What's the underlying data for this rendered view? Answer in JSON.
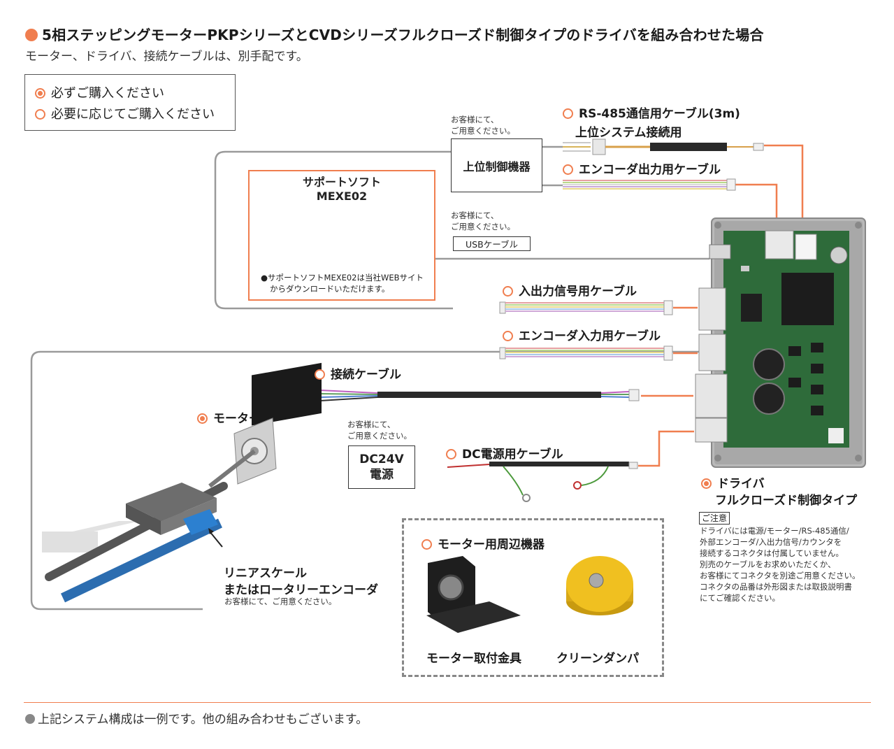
{
  "header": {
    "title": "5相ステッピングモーターPKPシリーズとCVDシリーズフルクローズド制御タイプのドライバを組み合わせた場合",
    "subtitle": "モーター、ドライバ、接続ケーブルは、別手配です。"
  },
  "legend": {
    "required": "必ずご購入ください",
    "optional": "必要に応じてご購入ください"
  },
  "host": {
    "note": [
      "お客様にて、",
      "ご用意ください。"
    ],
    "label": "上位制御機器"
  },
  "software": {
    "title": "サポートソフト",
    "name": "MEXE02",
    "note_line1": "●サポートソフトMEXE02は当社WEBサイト",
    "note_line2": "からダウンロードいただけます。"
  },
  "usb": {
    "note": [
      "お客様にて、",
      "ご用意ください。"
    ],
    "label": "USBケーブル"
  },
  "cables": {
    "rs485_line1": "RS-485通信用ケーブル(3m)",
    "rs485_line2": "上位システム接続用",
    "encoder_out": "エンコーダ出力用ケーブル",
    "io_signal": "入出力信号用ケーブル",
    "encoder_in": "エンコーダ入力用ケーブル",
    "connection": "接続ケーブル",
    "dc_power": "DC電源用ケーブル"
  },
  "motor": {
    "label": "モーター"
  },
  "power": {
    "note": [
      "お客様にて、",
      "ご用意ください。"
    ],
    "line1": "DC24V",
    "line2": "電源"
  },
  "scale": {
    "line1": "リニアスケール",
    "line2": "またはロータリーエンコーダ",
    "note": "お客様にて、ご用意ください。"
  },
  "driver": {
    "line1": "ドライバ",
    "line2": "フルクローズド制御タイプ",
    "caution_tag": "ご注意",
    "caution_lines": [
      "ドライバには電源/モーター/RS-485通信/",
      "外部エンコーダ/入出力信号/カウンタを",
      "接続するコネクタは付属していません。",
      "別売のケーブルをお求めいただくか、",
      "お客様にてコネクタを別途ご用意ください。",
      "コネクタの品番は外形図または取扱説明書",
      "にてご確認ください。"
    ]
  },
  "peripherals": {
    "title": "モーター用周辺機器",
    "bracket": "モーター取付金具",
    "damper": "クリーンダンパ"
  },
  "footer": "上記システム構成は一例です。他の組み合わせもございます。",
  "colors": {
    "accent": "#f07e4f",
    "board": "#2e6b3a",
    "line_gray": "#9a9a9a"
  }
}
